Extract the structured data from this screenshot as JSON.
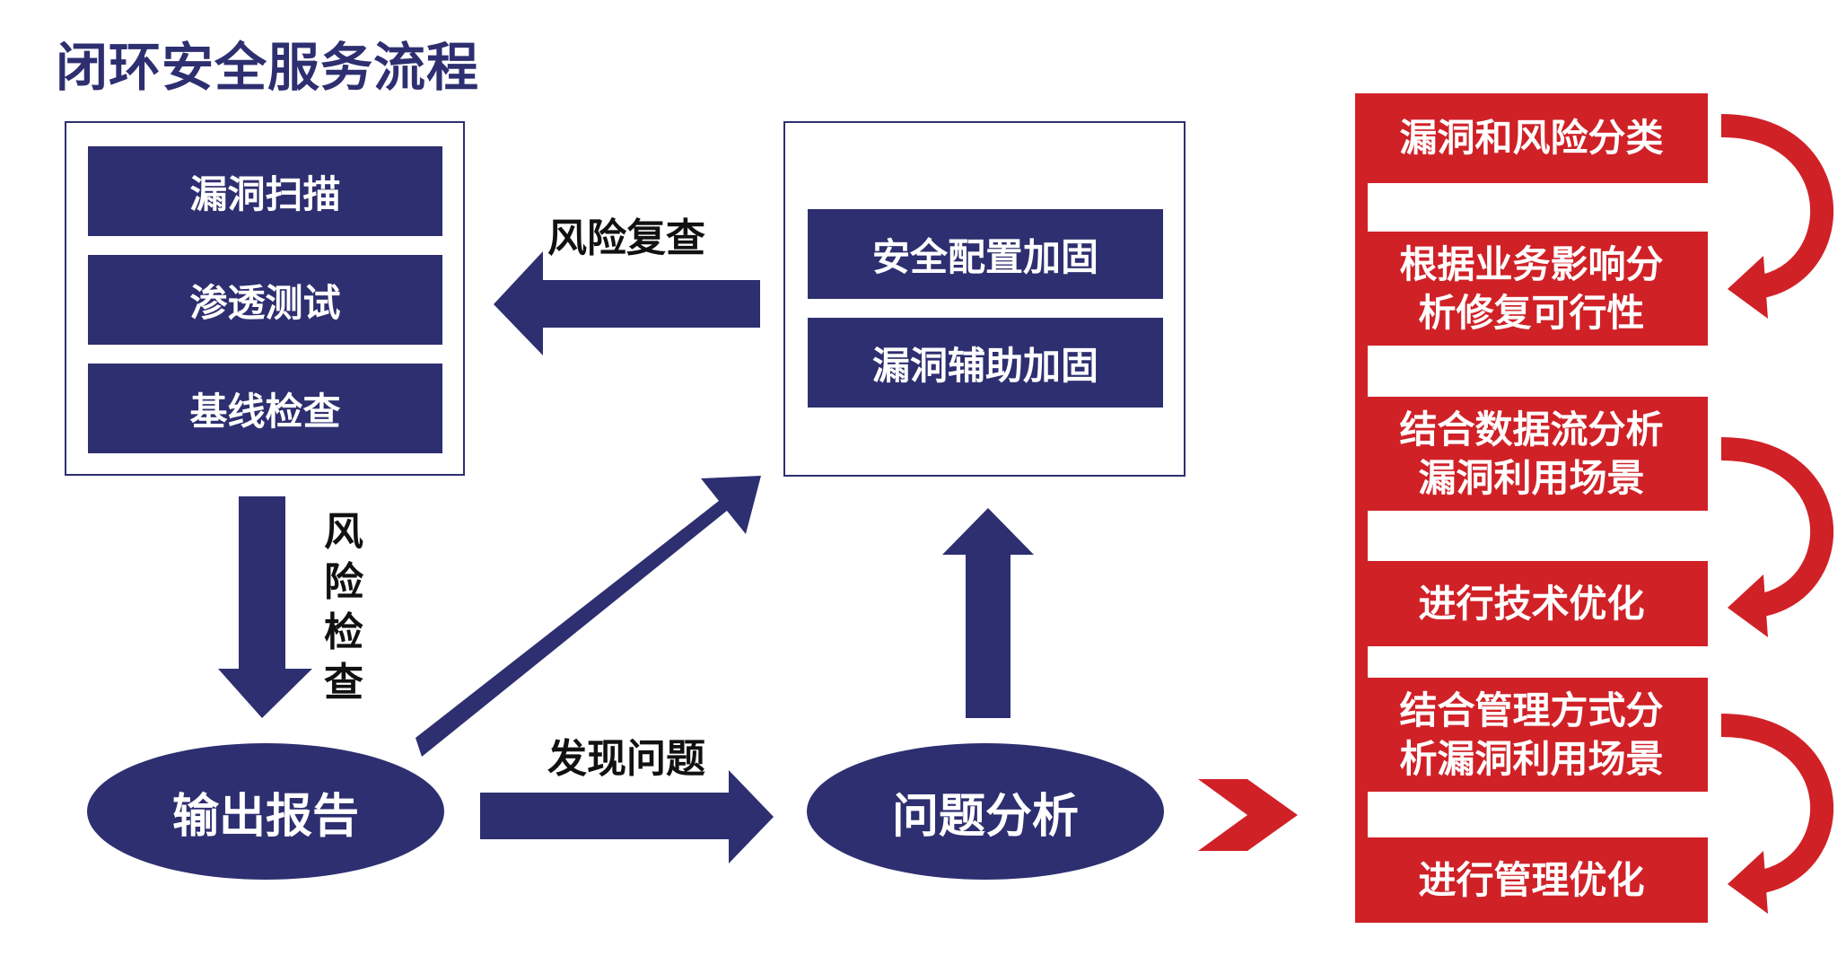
{
  "title": "闭环安全服务流程",
  "left_panel": {
    "items": [
      "漏洞扫描",
      "渗透测试",
      "基线检查"
    ]
  },
  "right_panel": {
    "items": [
      "安全配置加固",
      "漏洞辅助加固"
    ]
  },
  "nodes": {
    "report": "输出报告",
    "analysis": "问题分析"
  },
  "arrow_labels": {
    "risk_review": "风险复查",
    "risk_check": [
      "风",
      "险",
      "检",
      "查"
    ],
    "find_issue": "发现问题"
  },
  "red_steps": {
    "s1": "漏洞和风险分类",
    "s2a": "根据业务影响分",
    "s2b": "析修复可行性",
    "s3a": "结合数据流分析",
    "s3b": "漏洞利用场景",
    "s4": "进行技术优化",
    "s5a": "结合管理方式分",
    "s5b": "析漏洞利用场景",
    "s6": "进行管理优化"
  },
  "colors": {
    "navy": "#2e2f70",
    "red": "#d02127"
  }
}
